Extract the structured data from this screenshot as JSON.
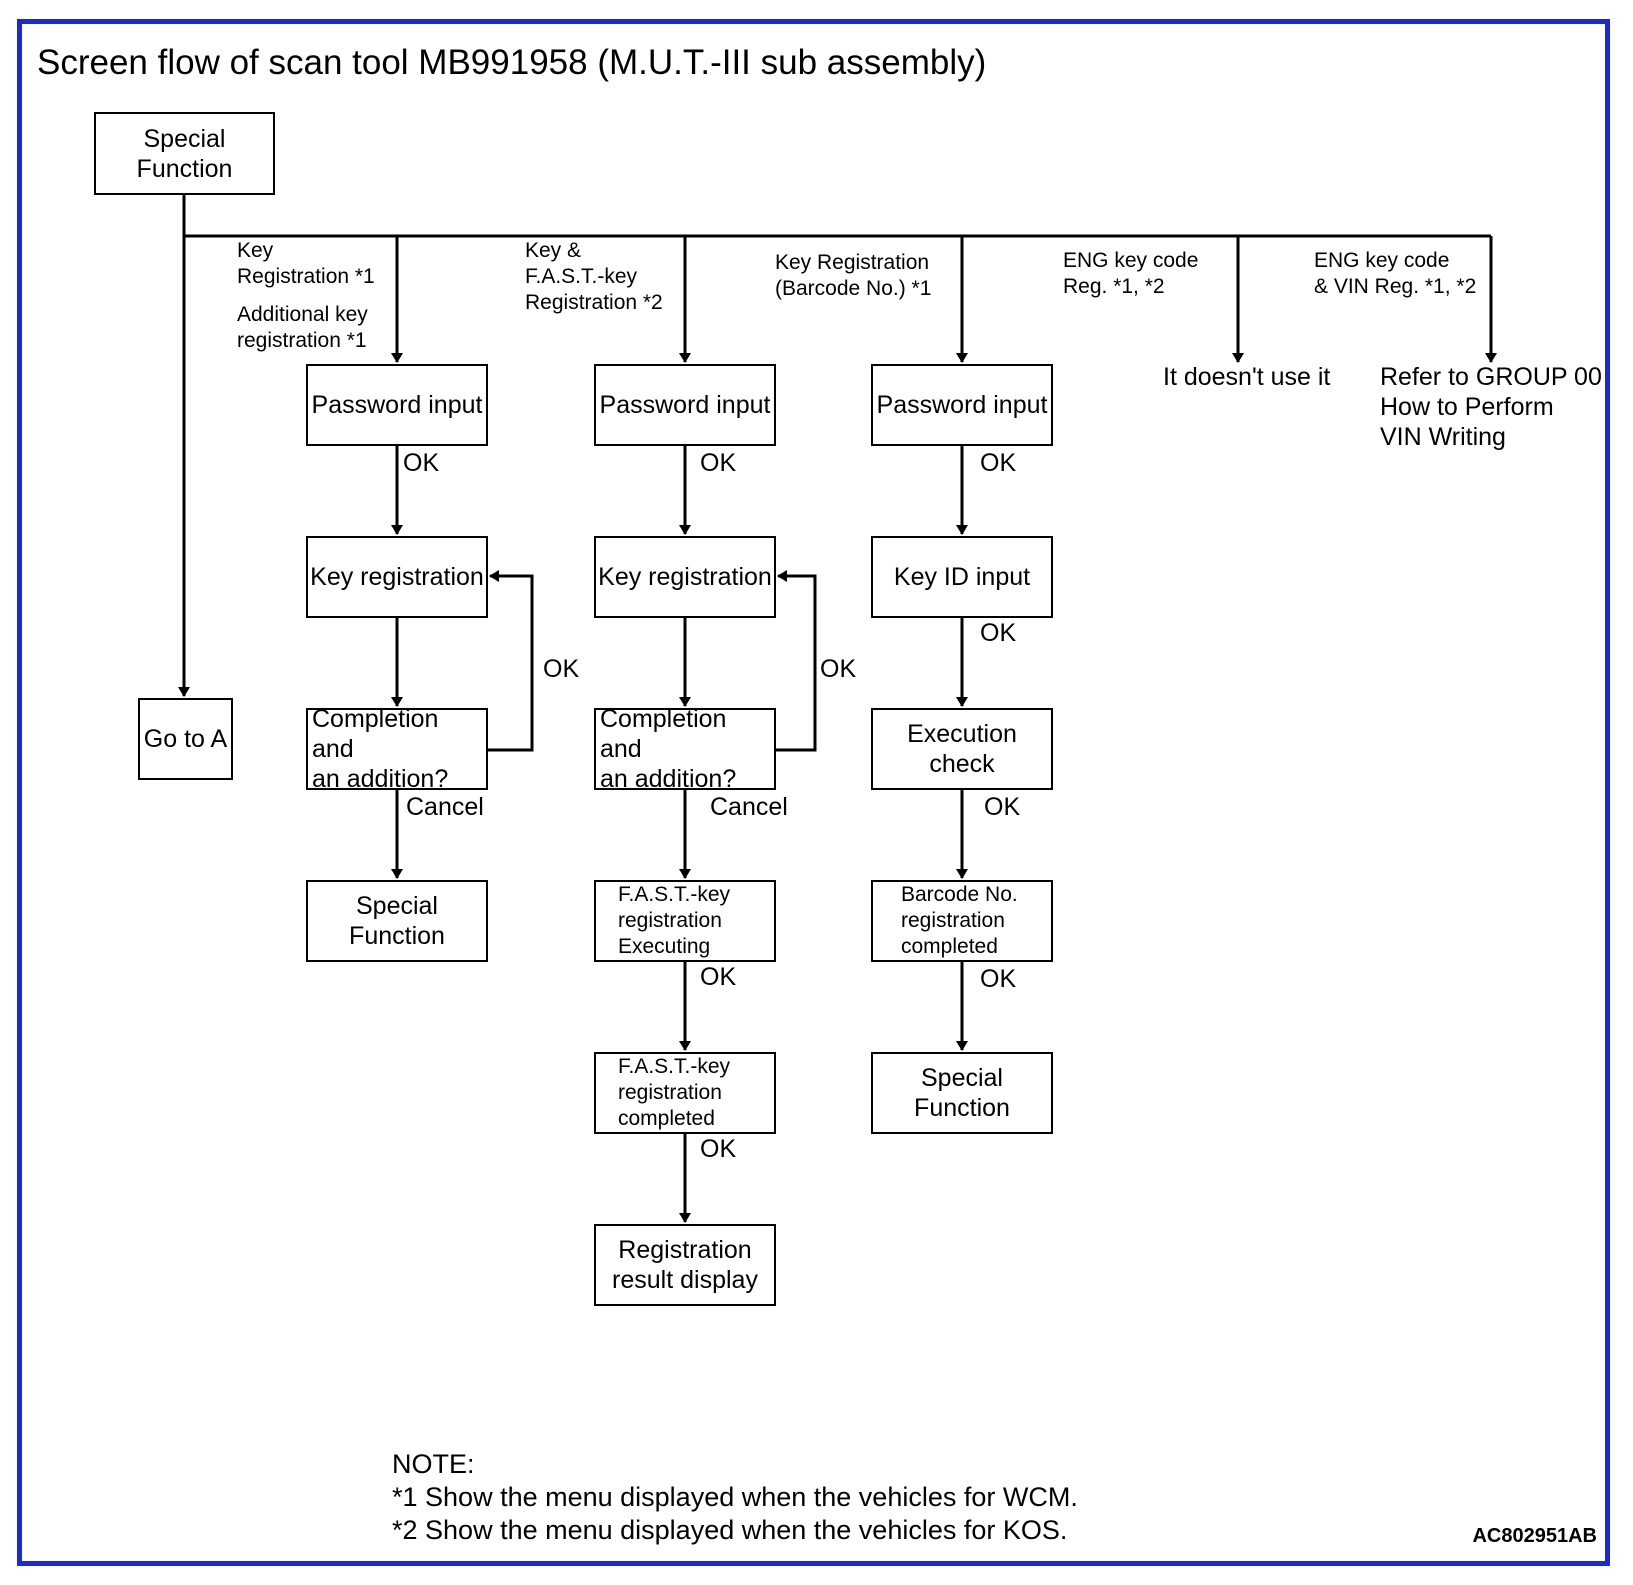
{
  "title": "Screen flow of scan tool MB991958 (M.U.T.-III sub assembly)",
  "nodes": {
    "root": "Special\nFunction",
    "go_to_a": "Go to A",
    "c1_password": "Password input",
    "c1_key_reg": "Key registration",
    "c1_completion": "Completion and\nan addition?",
    "c1_special": "Special\nFunction",
    "c2_password": "Password input",
    "c2_key_reg": "Key registration",
    "c2_completion": "Completion and\nan addition?",
    "c2_fast_exec": "F.A.S.T.-key\nregistration\nExecuting",
    "c2_fast_done": "F.A.S.T.-key\nregistration\ncompleted",
    "c2_result": "Registration\nresult display",
    "c3_password": "Password input",
    "c3_key_id": "Key ID input",
    "c3_exec_check": "Execution\ncheck",
    "c3_barcode_done": "Barcode No.\nregistration\ncompleted",
    "c3_special": "Special\nFunction"
  },
  "branch_labels": {
    "b1_line1": "Key\nRegistration *1",
    "b1_line2": "Additional key\nregistration *1",
    "b2": "Key &\nF.A.S.T.-key\nRegistration *2",
    "b3": "Key Registration\n(Barcode No.) *1",
    "b4": "ENG key code\nReg. *1, *2",
    "b5": "ENG key code\n& VIN Reg. *1, *2"
  },
  "outcomes": {
    "b4_result": "It doesn't use it",
    "b5_result": "Refer to GROUP 00\nHow to Perform\nVIN Writing"
  },
  "edge_labels": {
    "ok": "OK",
    "cancel": "Cancel"
  },
  "note": "NOTE:\n*1 Show the menu displayed when the vehicles for WCM.\n*2 Show the menu displayed when the vehicles for KOS.",
  "figure_code": "AC802951AB",
  "colors": {
    "frame": "#1a28d8",
    "ink": "#000000"
  }
}
